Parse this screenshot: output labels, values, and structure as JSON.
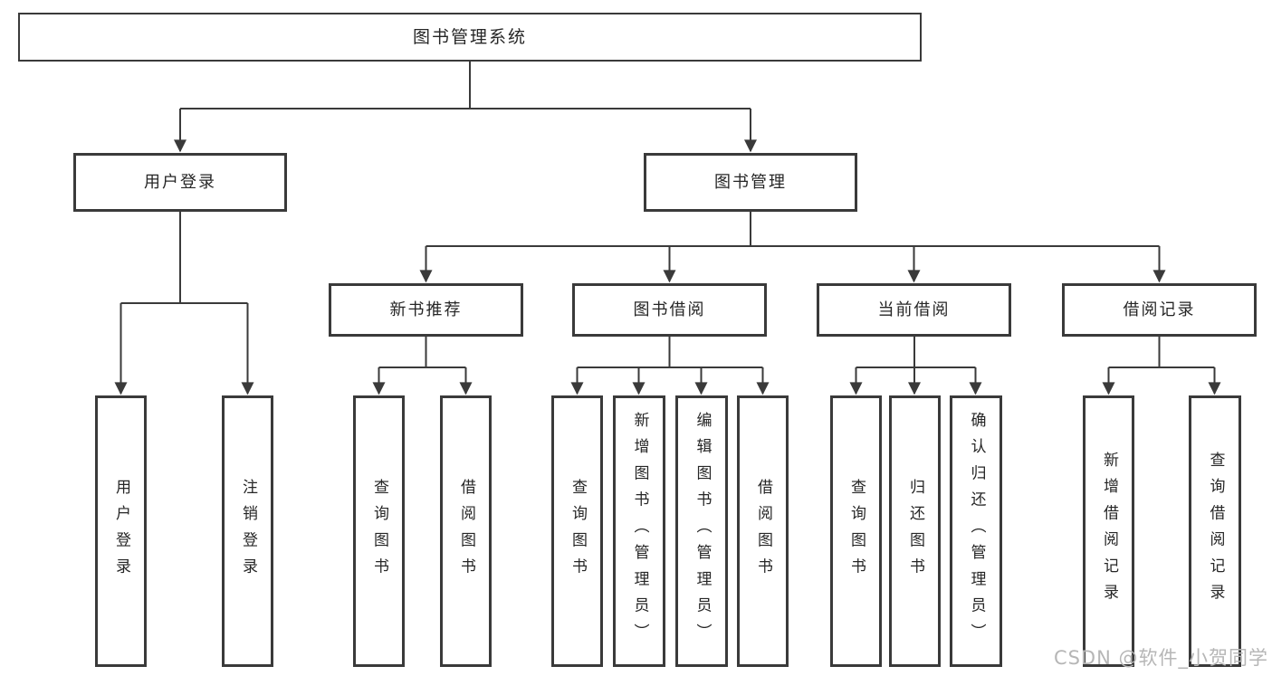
{
  "tree": {
    "label": "图书管理系统",
    "children": [
      {
        "label": "用户登录",
        "children": [
          {
            "label": "用户登录"
          },
          {
            "label": "注销登录"
          }
        ]
      },
      {
        "label": "图书管理",
        "children": [
          {
            "label": "新书推荐",
            "children": [
              {
                "label": "查询图书"
              },
              {
                "label": "借阅图书"
              }
            ]
          },
          {
            "label": "图书借阅",
            "children": [
              {
                "label": "查询图书"
              },
              {
                "label": "新增图书（管理员）"
              },
              {
                "label": "编辑图书（管理员）"
              },
              {
                "label": "借阅图书"
              }
            ]
          },
          {
            "label": "当前借阅",
            "children": [
              {
                "label": "查询图书"
              },
              {
                "label": "归还图书"
              },
              {
                "label": "确认归还（管理员）"
              }
            ]
          },
          {
            "label": "借阅记录",
            "children": [
              {
                "label": "新增借阅记录"
              },
              {
                "label": "查询借阅记录"
              }
            ]
          }
        ]
      }
    ]
  },
  "watermark": "CSDN @软件_小贺同学",
  "colors": {
    "line": "#3a3a3a",
    "text": "#262626",
    "watermark": "#b6b6b6",
    "background": "#ffffff"
  }
}
